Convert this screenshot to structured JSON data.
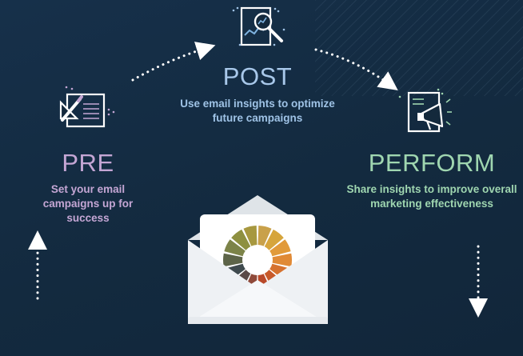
{
  "stages": {
    "post": {
      "title": "POST",
      "description": "Use email insights to optimize future campaigns",
      "color": "#a8c8ea",
      "icon": "magnifier-chart-icon"
    },
    "pre": {
      "title": "PRE",
      "description": "Set your email campaigns up for success",
      "color": "#c4a6d4",
      "icon": "design-tools-icon"
    },
    "perform": {
      "title": "PERFORM",
      "description": "Share insights to improve overall marketing effectiveness",
      "color": "#9fd6b0",
      "icon": "megaphone-report-icon"
    }
  },
  "center": {
    "icon": "envelope-color-wheel-icon"
  },
  "colors": {
    "background": "#14293c",
    "wheel": [
      "#c9a14a",
      "#d6a53c",
      "#e19a3a",
      "#e08a36",
      "#d6722f",
      "#c85a2a",
      "#b94a2a",
      "#8f4a3a",
      "#5a4a48",
      "#3f4a4e",
      "#5d6448",
      "#7c8348",
      "#8e9040",
      "#a7983f"
    ]
  }
}
